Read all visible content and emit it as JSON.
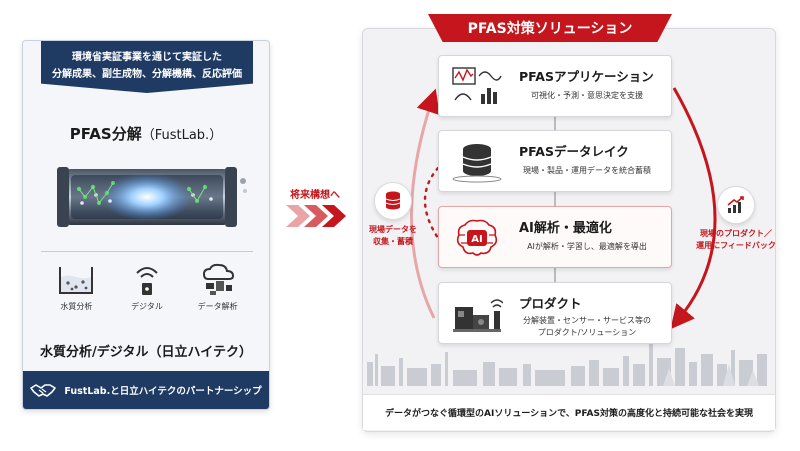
{
  "left": {
    "header_line1": "環境省実証事業を通じて実証した",
    "header_line2": "分解成果、副生成物、分解機構、反応評価",
    "fust_title_main": "PFAS分解",
    "fust_title_sub": "（FustLab.）",
    "sensors": [
      {
        "label": "水質分析",
        "icon": "water-tank-icon"
      },
      {
        "label": "デジタル",
        "icon": "wireless-sensor-icon"
      },
      {
        "label": "データ解析",
        "icon": "cloud-data-icon"
      }
    ],
    "hitachi_title": "水質分析/デジタル（日立ハイテク）",
    "partner_text": "FustLab.と日立ハイテクのパートナーシップ"
  },
  "transition": {
    "label": "将来構想へ"
  },
  "right": {
    "banner": "PFAS対策ソリューション",
    "cards": [
      {
        "title": "PFASアプリケーション",
        "desc": "可視化・予測・意思決定を支援",
        "icon": "analytics-dashboard-icon"
      },
      {
        "title": "PFASデータレイク",
        "desc": "現場・製品・運用データを統合蓄積",
        "icon": "database-icon"
      },
      {
        "title": "AI解析・最適化",
        "desc": "AIが解析・学習し、最適解を導出",
        "icon": "ai-brain-icon"
      },
      {
        "title": "プロダクト",
        "desc1": "分解装置・センサー・サービス等の",
        "desc2": "プロダクト/ソリューション",
        "icon": "product-equipment-icon"
      }
    ],
    "left_node": {
      "line1": "現場データを",
      "line2": "収集・蓄積"
    },
    "right_node": {
      "line1": "現場のプロダクト／",
      "line2": "運用にフィードバック"
    },
    "bottom_text": "データがつなぐ循環型のAIソリューションで、PFAS対策の高度化と持続可能な社会を実現"
  },
  "colors": {
    "navy": "#1f3a63",
    "red": "#c4161c",
    "panel_bg": "#f2f2f4"
  }
}
